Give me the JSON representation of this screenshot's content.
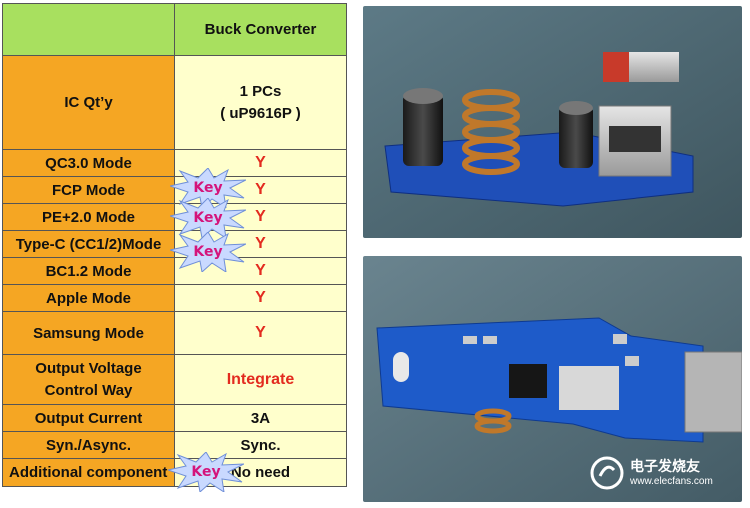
{
  "table": {
    "header": {
      "left": "",
      "right": "Buck Converter"
    },
    "rows": [
      {
        "feature": "IC Qt’y",
        "value": "1 PCs\n( uP9616P )"
      },
      {
        "feature": "QC3.0 Mode",
        "value": "Y"
      },
      {
        "feature": "FCP Mode",
        "value": "Y"
      },
      {
        "feature": "PE+2.0 Mode",
        "value": "Y"
      },
      {
        "feature": "Type-C (CC1/2)Mode",
        "value": "Y"
      },
      {
        "feature": "BC1.2 Mode",
        "value": "Y"
      },
      {
        "feature": "Apple Mode",
        "value": "Y"
      },
      {
        "feature": "Samsung Mode",
        "value": "Y"
      },
      {
        "feature": "Output Voltage\nControl Way",
        "value": "Integrate"
      },
      {
        "feature": "Output Current",
        "value": "3A"
      },
      {
        "feature": "Syn./Async.",
        "value": "Sync."
      },
      {
        "feature": "Additional component",
        "value": "No need"
      }
    ]
  },
  "badges": {
    "label": "Key"
  },
  "watermark": {
    "name": "电子发烧友",
    "url": "www.elecfans.com"
  },
  "colors": {
    "feature_bg": "#f5a623",
    "value_bg": "#ffffcc",
    "header_bg": "#a8e05f",
    "yes_red": "#e32b1f",
    "key_pink": "#d4147b"
  }
}
